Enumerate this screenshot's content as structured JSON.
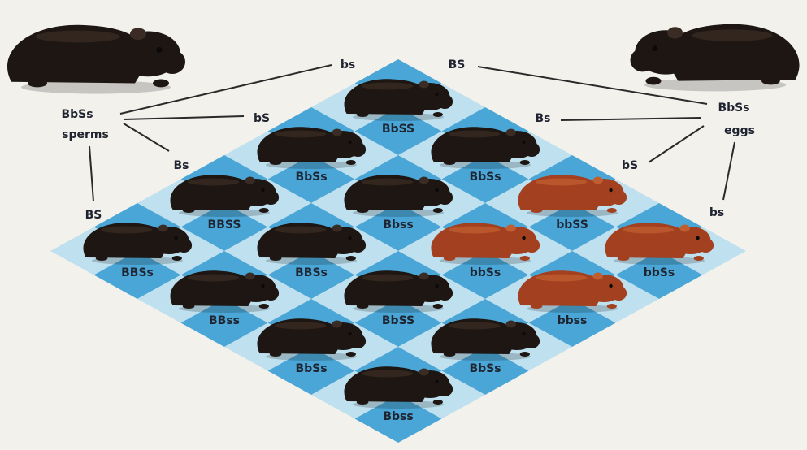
{
  "parents": {
    "left": {
      "genotype": "BbSs",
      "gamete_type": "sperms",
      "color": "#1e1612"
    },
    "right": {
      "genotype": "BbSs",
      "gamete_type": "eggs",
      "color": "#1e1612"
    }
  },
  "sperm_gametes": [
    "bs",
    "bS",
    "Bs",
    "BS"
  ],
  "egg_gametes": [
    "BS",
    "Bs",
    "bS",
    "bs"
  ],
  "colors": {
    "light_square": "#bfe0ef",
    "dark_square": "#4aa6d6",
    "black_coat": "#1e1612",
    "black_coat_highlight": "#3a2c24",
    "brown_coat": "#a2401f",
    "brown_coat_highlight": "#c25d30"
  },
  "grid": [
    [
      {
        "label": "BbSS",
        "phenotype": "black"
      },
      {
        "label": "BbSs",
        "phenotype": "black"
      },
      {
        "label": "bbSS",
        "phenotype": "brown"
      },
      {
        "label": "bbSs",
        "phenotype": "brown"
      }
    ],
    [
      {
        "label": "BbSs",
        "phenotype": "black"
      },
      {
        "label": "Bbss",
        "phenotype": "black"
      },
      {
        "label": "bbSs",
        "phenotype": "brown"
      },
      {
        "label": "bbss",
        "phenotype": "brown"
      }
    ],
    [
      {
        "label": "BBSS",
        "phenotype": "black"
      },
      {
        "label": "BBSs",
        "phenotype": "black"
      },
      {
        "label": "BbSS",
        "phenotype": "black"
      },
      {
        "label": "BbSs",
        "phenotype": "black"
      }
    ],
    [
      {
        "label": "BBSs",
        "phenotype": "black"
      },
      {
        "label": "BBss",
        "phenotype": "black"
      },
      {
        "label": "BbSs",
        "phenotype": "black"
      },
      {
        "label": "Bbss",
        "phenotype": "black"
      }
    ]
  ]
}
